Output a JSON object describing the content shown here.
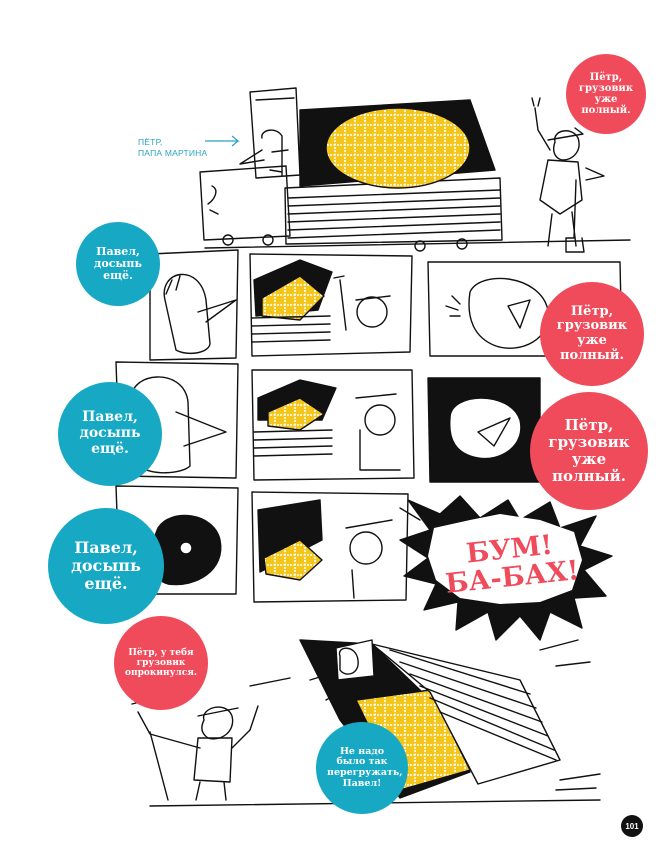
{
  "label_petr": {
    "line1": "ПЁТР,",
    "line2": "ПАПА МАРТИНА"
  },
  "bubbles": [
    {
      "text": "Пётр, грузовик уже полный."
    },
    {
      "text": "Павел, досыпь ещё."
    },
    {
      "text": "Пётр, грузовик уже полный."
    },
    {
      "text": "Павел, досыпь ещё."
    },
    {
      "text": "Пётр, грузовик уже полный."
    },
    {
      "text": "Павел, досыпь ещё."
    },
    {
      "text": "Пётр, у тебя грузовик опрокинулся."
    },
    {
      "text": "Не надо было так перегружать, Павел!"
    }
  ],
  "explosion": {
    "line1": "БУМ!",
    "line2": "БА-БАХ!"
  },
  "page_number": "101",
  "colors": {
    "pink": "#ef4b5b",
    "teal": "#17a9c4",
    "yellow": "#f4c51a",
    "ink": "#111111"
  }
}
